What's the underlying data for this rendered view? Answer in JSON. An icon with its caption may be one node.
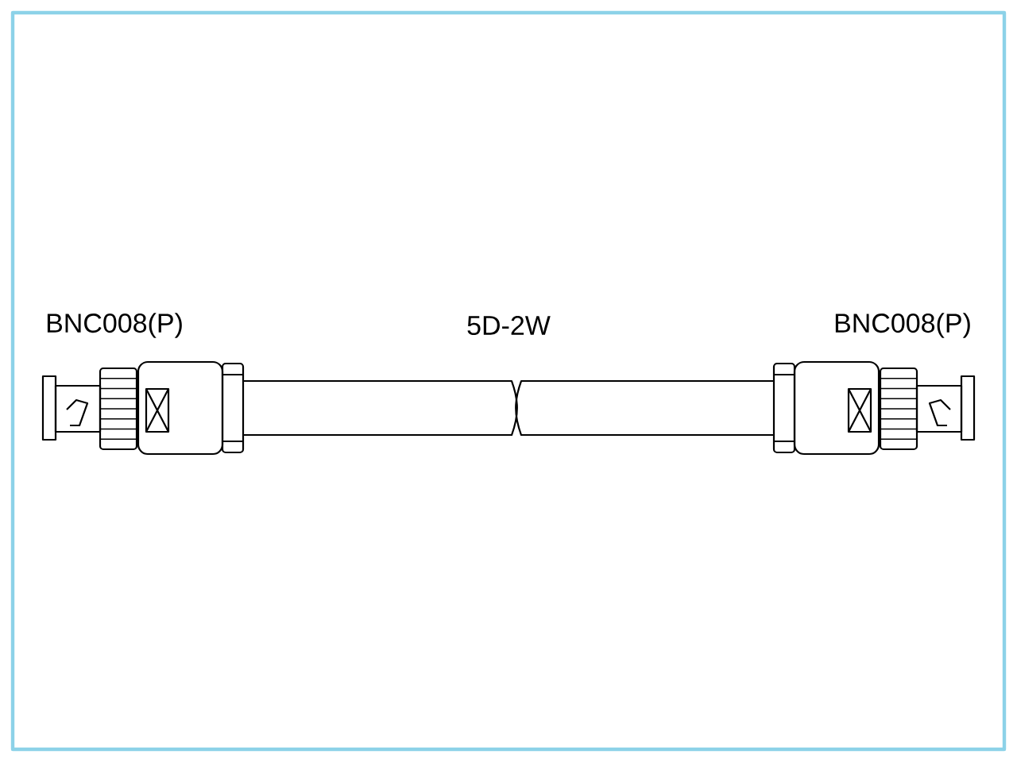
{
  "diagram": {
    "labels": [
      "BNC008(P)",
      "5D-2W",
      "BNC008(P)"
    ]
  }
}
